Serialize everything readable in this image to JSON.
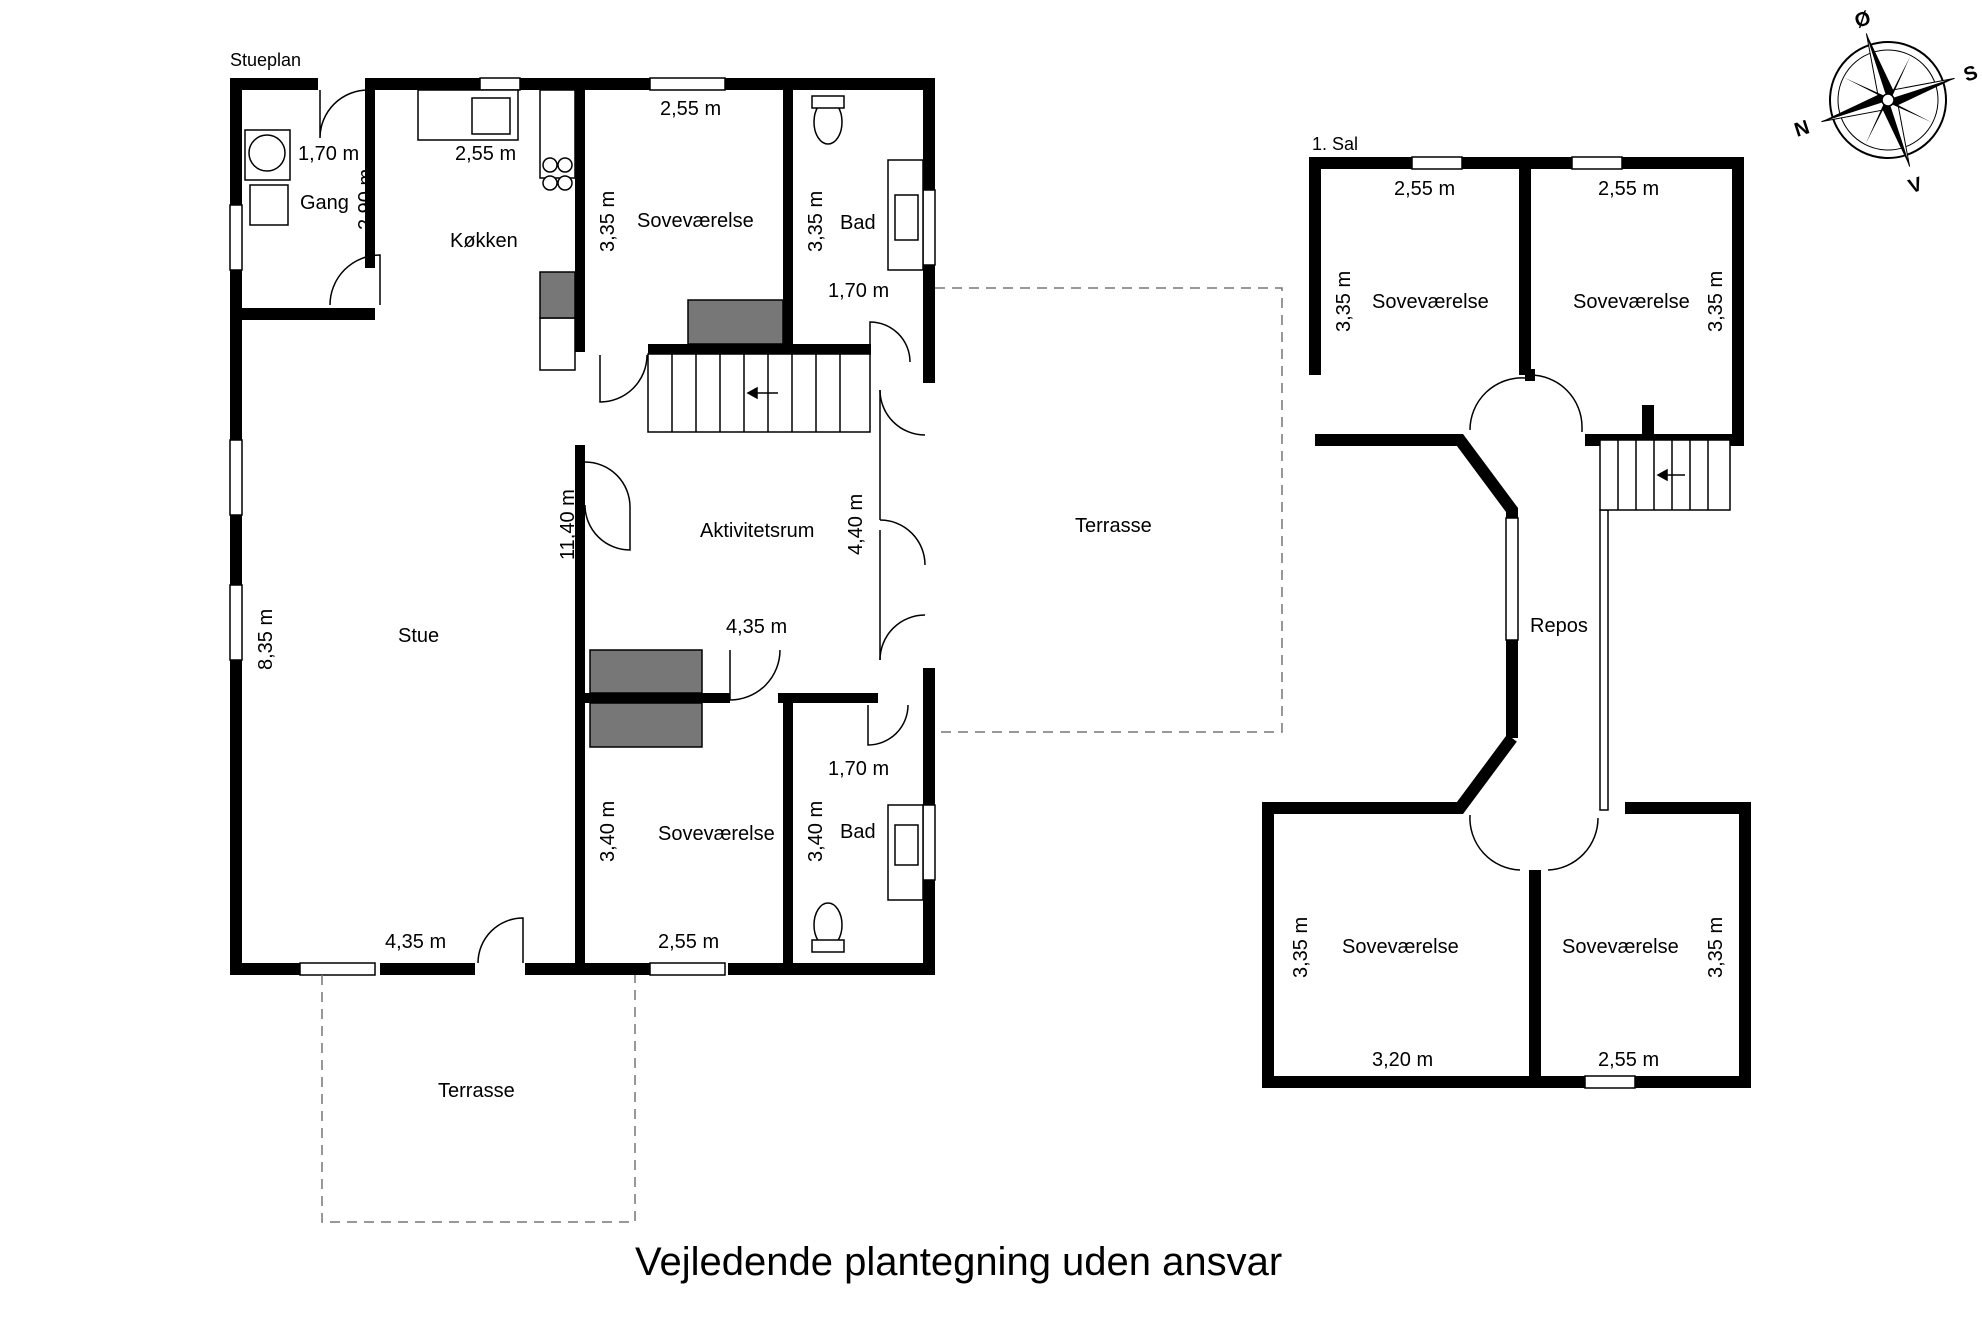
{
  "footer": {
    "title": "Vejledende plantegning uden ansvar"
  },
  "ground_floor": {
    "heading": "Stueplan",
    "rooms": {
      "gang": "Gang",
      "kokken": "Køkken",
      "sovevaerelse_top": "Soveværelse",
      "bad_top": "Bad",
      "aktivitetsrum": "Aktivitetsrum",
      "stue": "Stue",
      "sovevaerelse_bottom": "Soveværelse",
      "bad_bottom": "Bad",
      "terrasse_east": "Terrasse",
      "terrasse_south": "Terrasse"
    },
    "dims": {
      "gang_w": "1,70 m",
      "gang_h": "2,90 m",
      "kokken_w": "2,55 m",
      "sov_top_w": "2,55 m",
      "sov_top_h": "3,35 m",
      "bad_top_h": "3,35 m",
      "bad_top_w": "1,70 m",
      "akt_h": "11,40 m",
      "akt_w": "4,40 m",
      "stue_h": "8,35 m",
      "mid_w": "4,35 m",
      "bad_bot_w": "1,70 m",
      "sov_bot_h": "3,40 m",
      "bad_bot_h": "3,40 m",
      "stue_w": "4,35 m",
      "sov_bot_w": "2,55 m"
    }
  },
  "first_floor": {
    "heading": "1. Sal",
    "rooms": {
      "sov_tl": "Soveværelse",
      "sov_tr": "Soveværelse",
      "repos": "Repos",
      "sov_bl": "Soveværelse",
      "sov_br": "Soveværelse"
    },
    "dims": {
      "tl_w": "2,55 m",
      "tl_h": "3,35 m",
      "tr_w": "2,55 m",
      "tr_h": "3,35 m",
      "bl_h": "3,35 m",
      "bl_w": "3,20 m",
      "br_h": "3,35 m",
      "br_w": "2,55 m"
    }
  },
  "compass": {
    "n": "N",
    "o": "Ø",
    "s": "S",
    "v": "V"
  }
}
